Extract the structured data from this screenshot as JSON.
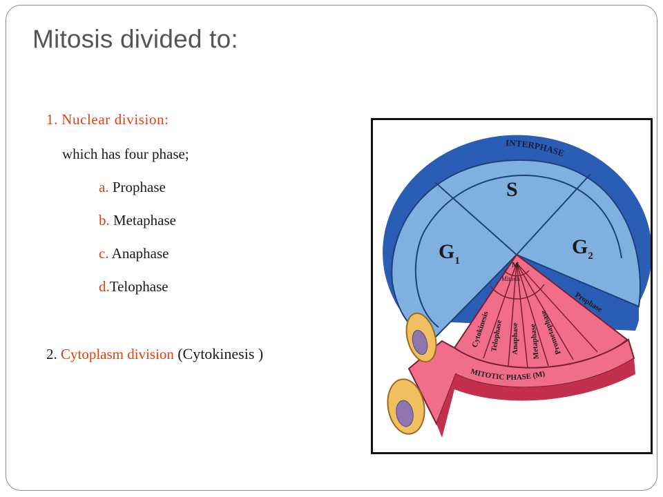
{
  "slide": {
    "title": "Mitosis divided to:",
    "section1": {
      "number": "1.",
      "heading": "Nuclear division:",
      "subtext": "which has four phase;",
      "phases": [
        {
          "marker": "a.",
          "name": "Prophase"
        },
        {
          "marker": "b.",
          "name": "Metaphase"
        },
        {
          "marker": "c.",
          "name": "Anaphase"
        },
        {
          "marker": "d.",
          "name": "Telophase"
        }
      ]
    },
    "section2": {
      "number": "2.",
      "heading": "Cytoplasm division",
      "paren": "(Cytokinesis )"
    }
  },
  "diagram": {
    "labels": {
      "interphase": "INTERPHASE",
      "s": "S",
      "g1": "G",
      "g1_sub": "1",
      "g2": "G",
      "g2_sub": "2",
      "m": "M",
      "mitosis": "Mitosis",
      "prophase": "Prophase",
      "prometaphase": "Prometaphase",
      "metaphase": "Metaphase",
      "anaphase": "Anaphase",
      "telophase": "Telophase",
      "cytokinesis": "Cytokinesis",
      "mitotic_phase": "MITOTIC PHASE (M)"
    },
    "colors": {
      "blue": "#7fb0e0",
      "blue_dark": "#2a5db4",
      "pink": "#f06e8a",
      "pink_dark": "#c2304e",
      "cell": "#f0c060",
      "nucleus": "#8e77b0",
      "accent_red": "#e0400f"
    }
  }
}
